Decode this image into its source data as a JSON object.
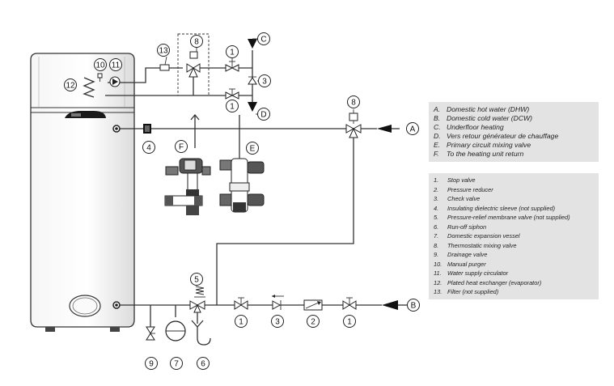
{
  "markers": {
    "num": [
      "1",
      "2",
      "3",
      "4",
      "5",
      "6",
      "7",
      "8",
      "9",
      "10",
      "11",
      "12",
      "13"
    ],
    "letter": [
      "A",
      "B",
      "C",
      "D",
      "E",
      "F"
    ]
  },
  "legend_flows": [
    {
      "key": "A.",
      "text": "Domestic hot water (DHW)"
    },
    {
      "key": "B.",
      "text": "Domestic cold water (DCW)"
    },
    {
      "key": "C.",
      "text": "Underfloor heating"
    },
    {
      "key": "D.",
      "text": "Vers retour générateur de chauffage"
    },
    {
      "key": "E.",
      "text": "Primary circuit mixing valve"
    },
    {
      "key": "F.",
      "text": "To the heating unit return"
    }
  ],
  "legend_components": [
    {
      "key": "1.",
      "text": "Stop valve"
    },
    {
      "key": "2.",
      "text": "Pressure reducer"
    },
    {
      "key": "3.",
      "text": "Check valve"
    },
    {
      "key": "4.",
      "text": "Insulating dielectric sleeve (not supplied)"
    },
    {
      "key": "5.",
      "text": "Pressure-relief membrane valve (not supplied)"
    },
    {
      "key": "6.",
      "text": "Run-off siphon"
    },
    {
      "key": "7.",
      "text": "Domestic expansion vessel"
    },
    {
      "key": "8.",
      "text": "Thermostatic mixing valve"
    },
    {
      "key": "9.",
      "text": "Drainage valve"
    },
    {
      "key": "10.",
      "text": "Manual purger"
    },
    {
      "key": "11.",
      "text": "Water supply circulator"
    },
    {
      "key": "12.",
      "text": "Plated heat exchanger (evaporator)"
    },
    {
      "key": "13.",
      "text": "Filter (not supplied)"
    }
  ],
  "icons": [
    "heat-pump-water-heater-icon",
    "stop-valve-icon",
    "check-valve-icon",
    "pressure-reducer-icon",
    "thermostatic-mixing-valve-icon",
    "pressure-relief-valve-icon",
    "expansion-vessel-icon",
    "siphon-icon",
    "drain-valve-icon",
    "flow-arrow-icon",
    "manifold-fitting-icon",
    "heat-exchanger-icon",
    "circulator-icon",
    "filter-icon"
  ]
}
